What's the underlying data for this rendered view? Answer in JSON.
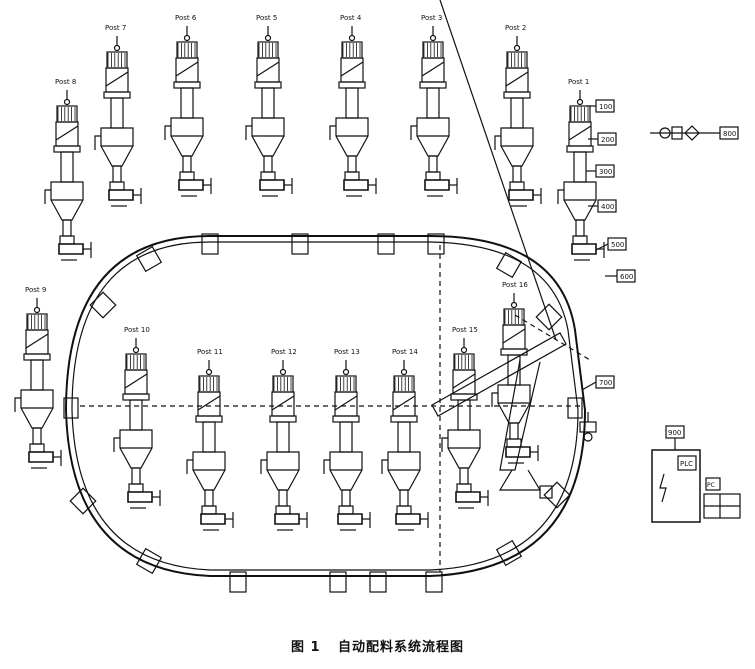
{
  "figure": {
    "caption_number": "图 1",
    "caption_title": "自动配料系统流程图"
  },
  "stations": [
    {
      "label": "Post 8"
    },
    {
      "label": "Post 7"
    },
    {
      "label": "Post 6"
    },
    {
      "label": "Post 5"
    },
    {
      "label": "Post 4"
    },
    {
      "label": "Post 3"
    },
    {
      "label": "Post 2"
    },
    {
      "label": "Post 1"
    },
    {
      "label": "Post 9"
    },
    {
      "label": "Post 10"
    },
    {
      "label": "Post 11"
    },
    {
      "label": "Post 12"
    },
    {
      "label": "Post 13"
    },
    {
      "label": "Post 14"
    },
    {
      "label": "Post 15"
    },
    {
      "label": "Post 16"
    }
  ],
  "callouts": {
    "c100": "100",
    "c200": "200",
    "c300": "300",
    "c400": "400",
    "c500": "500",
    "c600": "600",
    "c700": "700",
    "c800": "800",
    "c900": "900"
  },
  "control": {
    "plc": "PLC",
    "pc": "PC"
  },
  "colors": {
    "line": "#111111",
    "background": "#ffffff"
  }
}
